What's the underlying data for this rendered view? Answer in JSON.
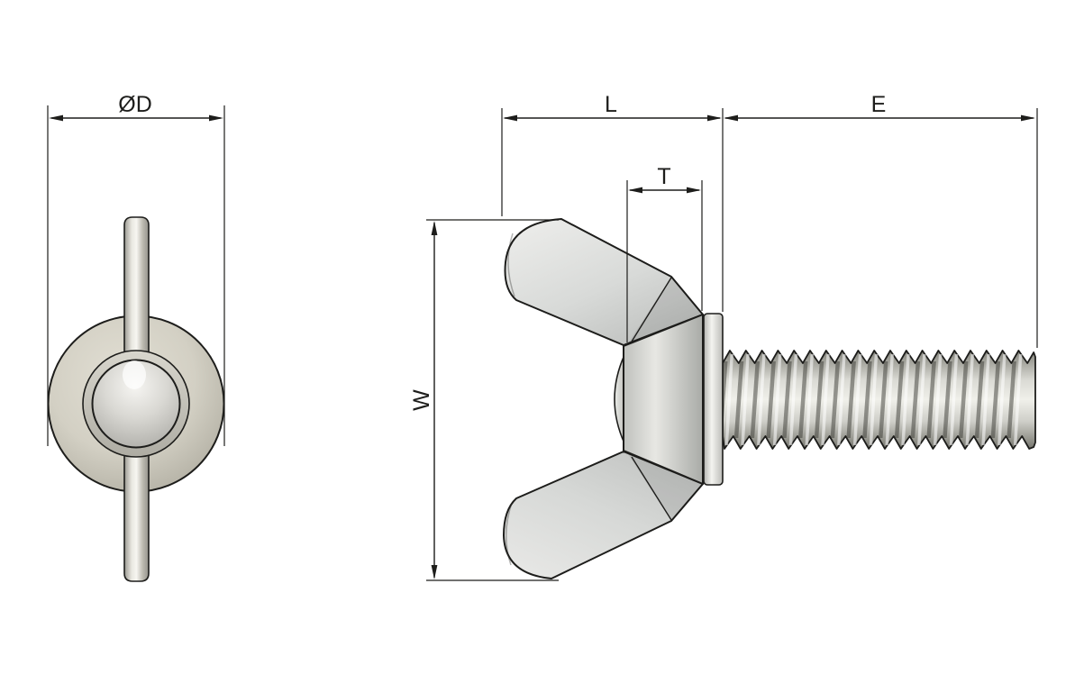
{
  "drawing": {
    "dimension_labels": {
      "diameter": "ØD",
      "head_length": "L",
      "thread_length": "E",
      "hub_thickness": "T",
      "wing_span": "W"
    },
    "colors": {
      "background": "#ffffff",
      "line": "#1d1d1b",
      "metal_light": "#f1f0ec",
      "metal_mid": "#cfcdc2",
      "metal_dark": "#8e8e86"
    }
  }
}
